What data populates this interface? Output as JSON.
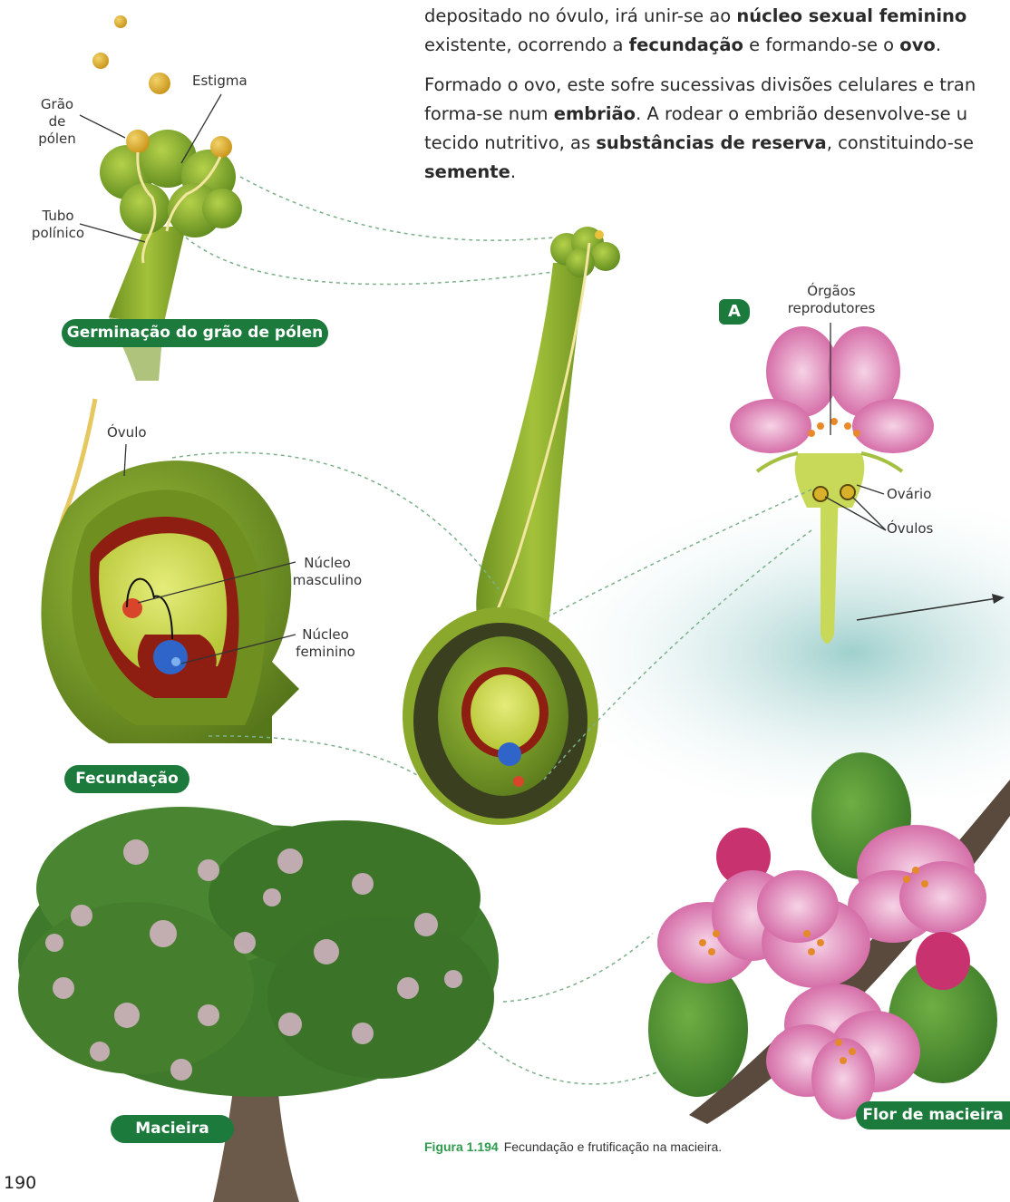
{
  "text": {
    "para1_parts": [
      {
        "t": "depositado no óvulo, irá unir-se ao ",
        "b": false
      },
      {
        "t": "núcleo sexual feminino",
        "b": true
      },
      {
        "t": "\nexistente, ocorrendo a ",
        "b": false
      },
      {
        "t": "fecundação",
        "b": true
      },
      {
        "t": " e formando-se o ",
        "b": false
      },
      {
        "t": "ovo",
        "b": true
      },
      {
        "t": ".",
        "b": false
      }
    ],
    "para2_parts": [
      {
        "t": "Formado o ovo, este sofre sucessivas divisões celulares e tran",
        "b": false
      },
      {
        "t": "\nforma-se num ",
        "b": false
      },
      {
        "t": "embrião",
        "b": true
      },
      {
        "t": ". A rodear o embrião desenvolve-se u",
        "b": false
      },
      {
        "t": "\ntecido nutritivo, as ",
        "b": false
      },
      {
        "t": "substâncias de reserva",
        "b": true
      },
      {
        "t": ", constituindo-se",
        "b": false
      },
      {
        "t": "\n",
        "b": false
      },
      {
        "t": "semente",
        "b": true
      },
      {
        "t": ".",
        "b": false
      }
    ]
  },
  "labels": {
    "grao_de_polen": [
      "Grão",
      "de",
      "pólen"
    ],
    "estigma": "Estigma",
    "tubo_polinico": [
      "Tubo",
      "polínico"
    ],
    "ovulo": "Óvulo",
    "nucleo_masculino": [
      "Núcleo",
      "masculino"
    ],
    "nucleo_feminino": [
      "Núcleo",
      "feminino"
    ],
    "orgaos_reprodutores": [
      "Órgãos",
      "reprodutores"
    ],
    "ovario": "Ovário",
    "ovulos": "Óvulos",
    "badge_a": "A"
  },
  "pills": {
    "germinacao": "Germinação do grão de pólen",
    "fecundacao": "Fecundação",
    "macieira": "Macieira",
    "flor": "Flor de macieira"
  },
  "caption": {
    "figure": "Figura 1.194",
    "text": "Fecundação e frutificação na macieira."
  },
  "page_number": "190",
  "colors": {
    "pill_green": "#1c7a3c",
    "plant_green": "#8fb12c",
    "dark_green": "#5f7f16",
    "petal_pink": "#d46aa6",
    "nucleus_red": "#d9452a",
    "nucleus_blue": "#2f64c8",
    "cavity_red": "#8e1e12"
  }
}
